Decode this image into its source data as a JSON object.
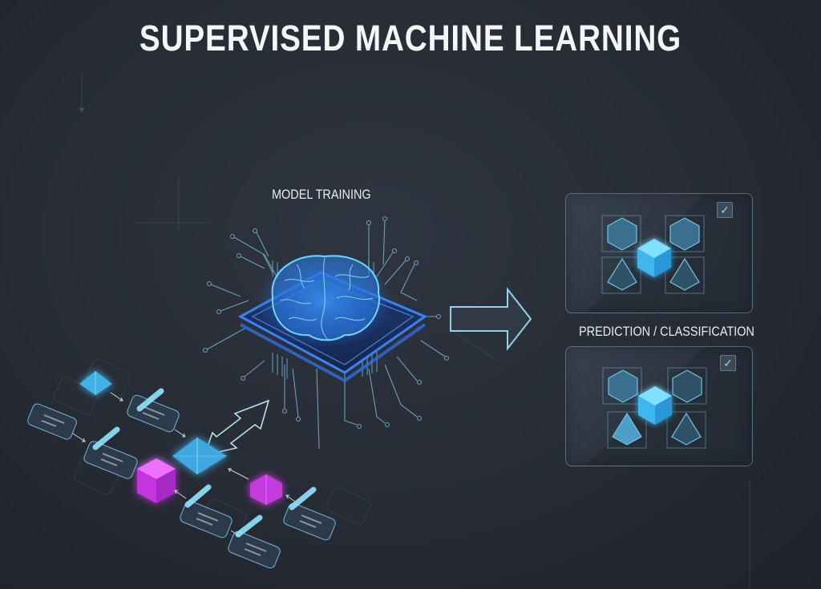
{
  "title": "SUPERVISED MACHINE LEARNING",
  "sections": {
    "training": {
      "label": "MODEL TRAINING",
      "icon": "brain-chip-icon"
    },
    "prediction": {
      "label": "PREDICTION / CLASSIFICATION"
    }
  },
  "panels": [
    {
      "id": "prediction-panel-1",
      "checkbox": "✓",
      "shapes": [
        "hexagon",
        "hexagon",
        "cube",
        "kite",
        "kite"
      ]
    },
    {
      "id": "prediction-panel-2",
      "checkbox": "✓",
      "shapes": [
        "hexagon",
        "hexagon",
        "cube",
        "kite",
        "kite"
      ]
    }
  ],
  "data_flow": {
    "nodes": [
      "pyramid",
      "label-card",
      "label-card",
      "label-card",
      "pyramid-large",
      "cube-magenta",
      "cube-magenta-small",
      "label-card",
      "label-card",
      "label-card"
    ],
    "arrows": [
      "double-arrow",
      "right-arrow"
    ]
  },
  "colors": {
    "background": "#262b34",
    "title": "#f4f6f8",
    "accent_cyan": "#4fc3f7",
    "accent_blue": "#2f7fff",
    "accent_magenta": "#d43cf0",
    "outline": "#8fd3e8"
  }
}
